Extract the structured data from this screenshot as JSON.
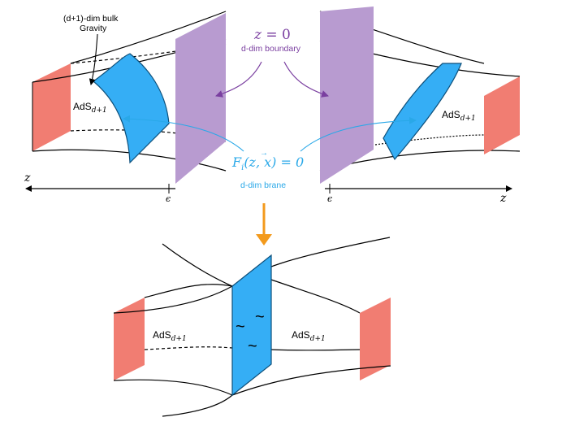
{
  "colors": {
    "brane_fill": "#35aef5",
    "boundary_fill": "#b89bd0",
    "end_cap_fill": "#f17d72",
    "arrow_orange": "#f39a1c",
    "boundary_label": "#7a3fa0",
    "brane_label": "#29a8e8",
    "ink": "#000000"
  },
  "labels": {
    "bulk_gravity_line1": "(d+1)-dim bulk",
    "bulk_gravity_line2": "Gravity",
    "boundary_eq_lhs": "z",
    "boundary_eq_rhs": " = 0",
    "boundary_desc": "d-dim boundary",
    "brane_eq": "F",
    "brane_eq_sub": "i",
    "brane_eq_rest": "(z, x) = 0",
    "brane_vec_mark": "→",
    "brane_desc": "d-dim brane",
    "ads": "AdS",
    "ads_sub": "d+1",
    "axis_z": "z",
    "epsilon": "ϵ",
    "tilde": "~"
  }
}
